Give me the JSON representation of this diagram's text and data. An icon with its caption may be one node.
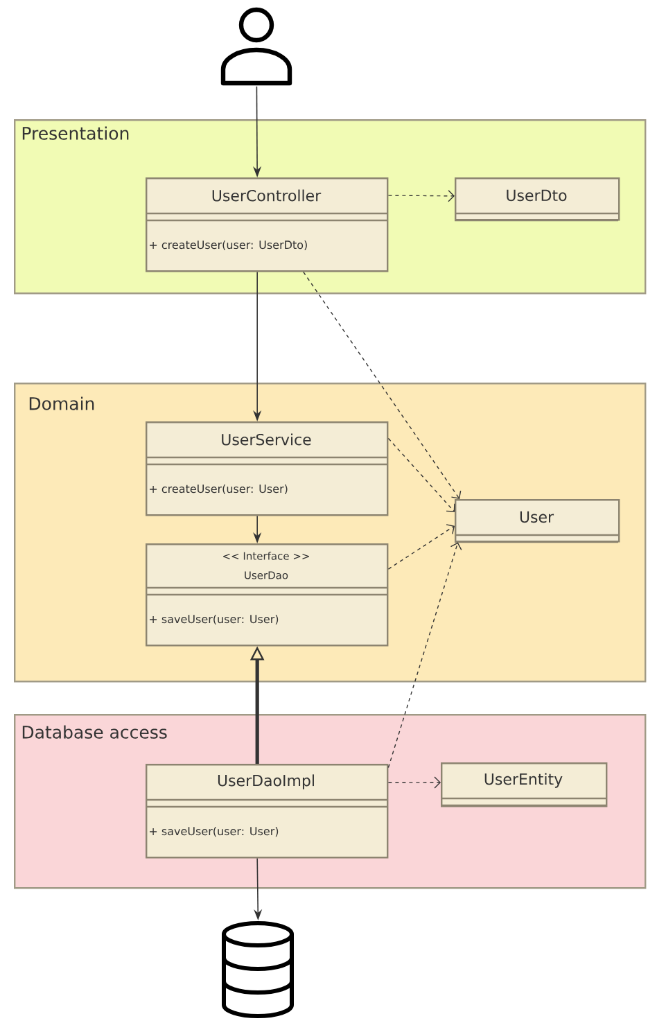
{
  "diagram": {
    "nodes": [
      {
        "text": [],
        "shape": "person"
      },
      {
        "text": [
          "Presentation"
        ]
      },
      {
        "text": [
          "UserController",
          "+ createUser(user: UserDto)"
        ],
        "in": 1
      },
      {
        "text": [
          "UserDto"
        ],
        "in": 1
      },
      {
        "text": [
          "Domain"
        ]
      },
      {
        "text": [
          "UserService",
          "+ createUser(user: User)"
        ],
        "in": 4
      },
      {
        "text": [
          "<< Interface >>",
          "UserDao",
          "+ saveUser(user: User)"
        ],
        "in": 4
      },
      {
        "text": [
          "User"
        ],
        "in": 4
      },
      {
        "text": [
          "Database access"
        ]
      },
      {
        "text": [
          "UserDaoImpl",
          "+ saveUser(user: User)"
        ],
        "in": 8
      },
      {
        "text": [
          "UserEntity"
        ],
        "in": 8
      },
      {
        "text": [],
        "shape": "cylinder"
      }
    ],
    "edges": [
      {
        "from": 0,
        "to": 2,
        "arrow": "to"
      },
      {
        "from": 2,
        "to": 3,
        "arrow": "to",
        "style": "dashed"
      },
      {
        "from": 2,
        "to": 5,
        "arrow": "to"
      },
      {
        "from": 2,
        "to": 7,
        "arrow": "to",
        "style": "dashed"
      },
      {
        "from": 5,
        "to": 7,
        "arrow": "to",
        "style": "dashed"
      },
      {
        "from": 5,
        "to": 6,
        "arrow": "to"
      },
      {
        "from": 6,
        "to": 7,
        "arrow": "to",
        "style": "dashed"
      },
      {
        "from": 9,
        "to": 6,
        "arrow": "to",
        "style": "thick"
      },
      {
        "from": 9,
        "to": 7,
        "arrow": "to",
        "style": "dashed"
      },
      {
        "from": 9,
        "to": 10,
        "arrow": "to",
        "style": "dashed"
      },
      {
        "from": 9,
        "to": 11,
        "arrow": "to"
      }
    ]
  }
}
